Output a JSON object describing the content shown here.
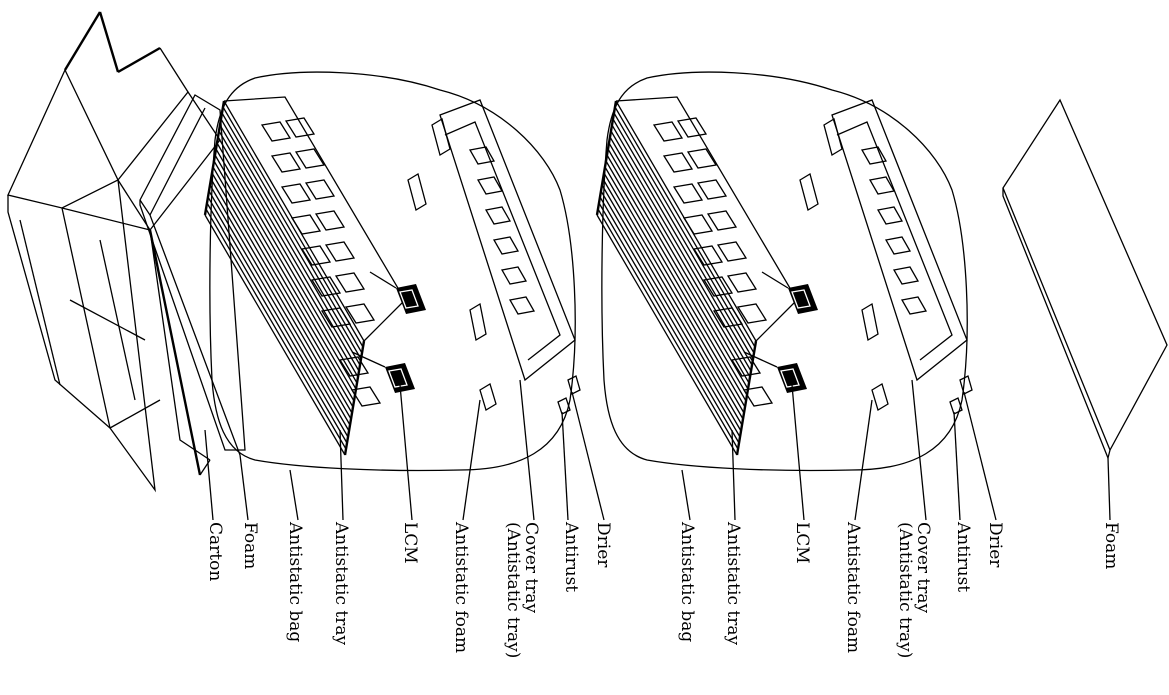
{
  "labels": {
    "carton": "Carton",
    "foam": "Foam",
    "antistatic_bag": "Antistatic bag",
    "antistatic_tray": "Antistatic tray",
    "lcm": "LCM",
    "antistatic_foam": "Antistatic foam",
    "cover_tray_line1": "Cover tray",
    "cover_tray_line2": "(Antistatic tray)",
    "antirust": "Antirust",
    "drier": "Drier"
  }
}
